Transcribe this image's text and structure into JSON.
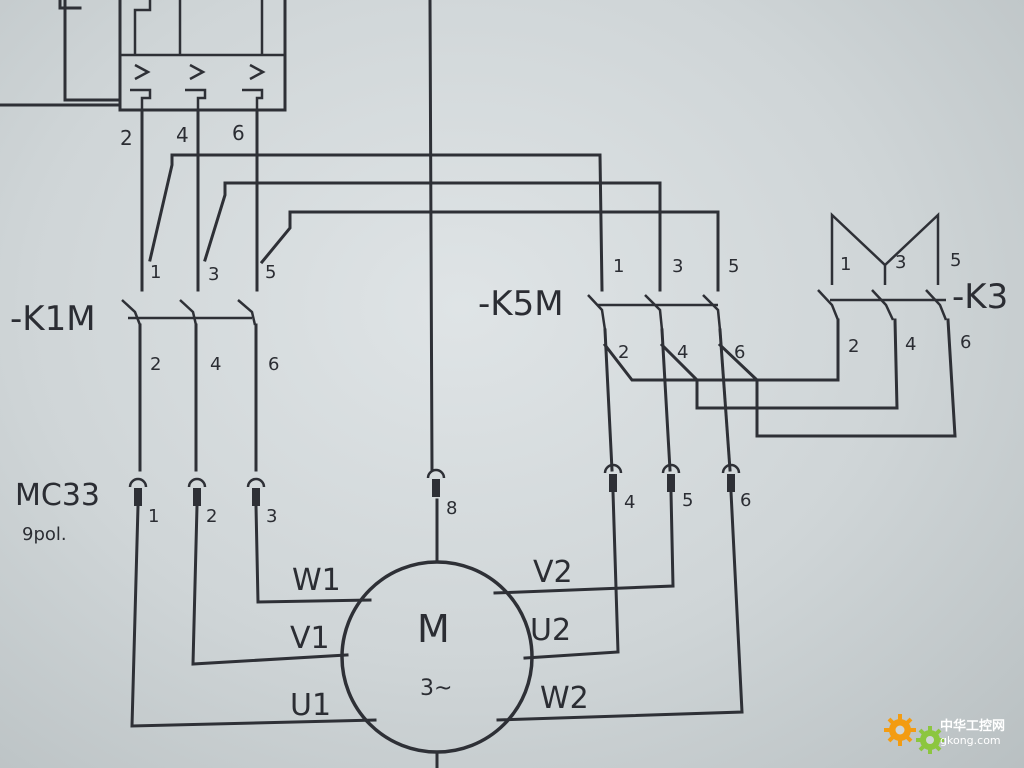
{
  "contactor_k1m": {
    "name": "-K1M",
    "top_terminals": [
      "1",
      "3",
      "5"
    ],
    "bottom_terminals": [
      "2",
      "4",
      "6"
    ]
  },
  "overload_relay": {
    "terminals": [
      "2",
      "4",
      "6"
    ]
  },
  "contactor_k5m": {
    "name": "-K5M",
    "top_terminals": [
      "1",
      "3",
      "5"
    ],
    "bottom_terminals": [
      "2",
      "4",
      "6"
    ]
  },
  "contactor_k3": {
    "name": "-K3",
    "top_terminals": [
      "1",
      "3",
      "5"
    ],
    "bottom_terminals": [
      "2",
      "4",
      "6"
    ]
  },
  "connector": {
    "name": "MC33",
    "poles": "9pol.",
    "pins": [
      "1",
      "2",
      "3",
      "8",
      "4",
      "5",
      "6"
    ]
  },
  "motor": {
    "symbol": "M",
    "phase": "3~",
    "terminals": {
      "U1": "U1",
      "V1": "V1",
      "W1": "W1",
      "U2": "U2",
      "V2": "V2",
      "W2": "W2"
    }
  },
  "watermark": {
    "text_cn": "中华工控网",
    "text_url": "gkong.com",
    "colors": {
      "gear_orange": "#f39c12",
      "gear_green": "#8cc63f",
      "text": "#ffffff"
    }
  }
}
